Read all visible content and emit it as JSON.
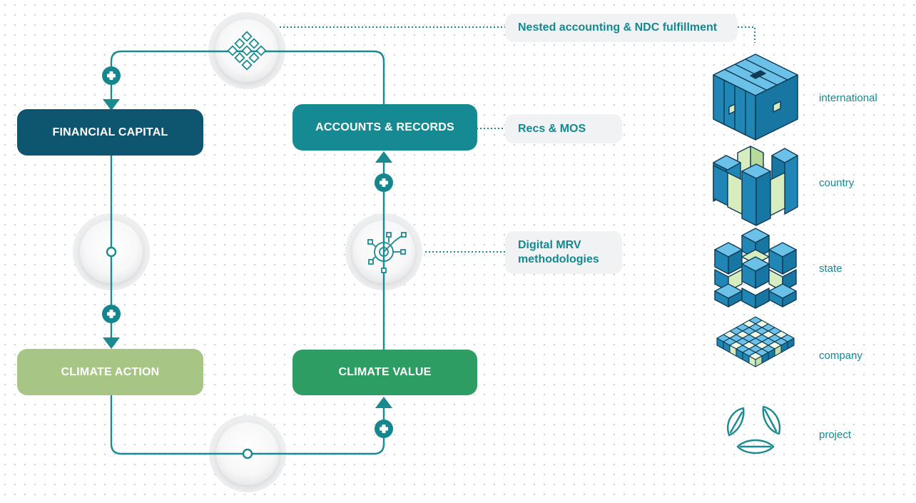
{
  "nodes": {
    "financial_capital": "FINANCIAL CAPITAL",
    "accounts_records": "ACCOUNTS & RECORDS",
    "climate_action": "CLIMATE ACTION",
    "climate_value": "CLIMATE VALUE"
  },
  "callouts": {
    "nested_accounting": "Nested accounting & NDC fulfillment",
    "recs_mos": "Recs & MOS",
    "digital_mrv": "Digital MRV methodologies"
  },
  "tiers": [
    "international",
    "country",
    "state",
    "company",
    "project"
  ],
  "icons": {
    "network": "diamond-network-icon",
    "mrv": "target-nodes-icon",
    "leaves": "leaf-cycle-icon",
    "plus": "plus-icon"
  },
  "colors": {
    "teal_line": "#1a8a91",
    "financial_capital": "#0e5570",
    "accounts_records": "#168a93",
    "climate_action": "#a7c585",
    "climate_value": "#2e9d63",
    "callout_bg": "#f1f2f4",
    "callout_text": "#14888f",
    "cube_blue": "#1f86b5",
    "cube_light": "#d8edbf"
  }
}
